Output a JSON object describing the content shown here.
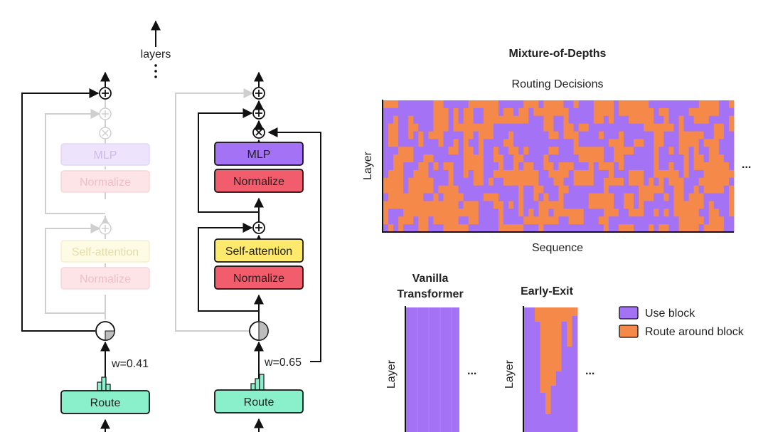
{
  "colors": {
    "use_block": "#a472f5",
    "route_around": "#f5894a",
    "mlp": "#a472f5",
    "normalize": "#f25d6e",
    "self_attention": "#fde96c",
    "route": "#8af0cb",
    "line": "#111111",
    "faded_line": "#cfcfcf"
  },
  "left_diagram": {
    "layers_label": "layers",
    "faded_block": {
      "mlp": "MLP",
      "normalize_top": "Normalize",
      "self_attention": "Self-attention",
      "normalize_bottom": "Normalize",
      "weight": "w=0.41",
      "route": "Route"
    },
    "active_block": {
      "mlp": "MLP",
      "normalize_top": "Normalize",
      "self_attention": "Self-attention",
      "normalize_bottom": "Normalize",
      "weight": "w=0.65",
      "route": "Route"
    }
  },
  "mod_panel": {
    "title": "Mixture-of-Depths",
    "subtitle": "Routing Decisions",
    "y_label": "Layer",
    "x_label": "Sequence",
    "ellipsis": "..."
  },
  "vanilla_panel": {
    "title_line1": "Vanilla",
    "title_line2": "Transformer",
    "y_label": "Layer",
    "ellipsis": "..."
  },
  "early_exit_panel": {
    "title": "Early-Exit",
    "y_label": "Layer",
    "ellipsis": "..."
  },
  "legend": {
    "items": [
      {
        "label": "Use block",
        "color": "#a472f5"
      },
      {
        "label": "Route around block",
        "color": "#f5894a"
      }
    ]
  }
}
